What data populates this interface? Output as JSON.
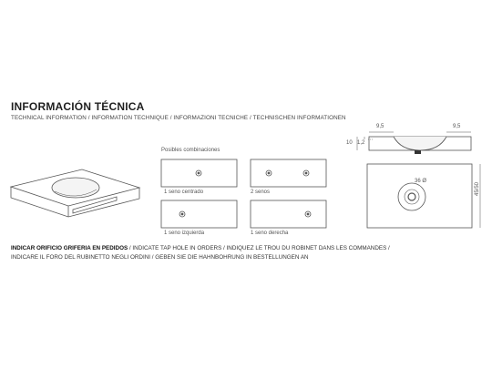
{
  "header": {
    "title": "INFORMACIÓN TÉCNICA",
    "subtitle": "TECHNICAL INFORMATION / INFORMATION TECHNIQUE / INFORMAZIONI TECNICHE / TECHNISCHEN INFORMATIONEN"
  },
  "combinations": {
    "heading": "Posibles combinaciones",
    "options": [
      {
        "label": "1 seno centrado"
      },
      {
        "label": "2 senos"
      },
      {
        "label": "1 seno izquierda"
      },
      {
        "label": "1 seno derecha"
      }
    ]
  },
  "dimensions": {
    "left_depth": "9,5",
    "right_depth": "9,5",
    "height_total": "10",
    "rim": "1,2",
    "tap_diameter": "36 Ø",
    "width": "45/50"
  },
  "notes": {
    "line1_bold": "INDICAR ORIFICIO GRIFERIA EN PEDIDOS",
    "line1_rest": " / INDICATE TAP HOLE IN ORDERS / INDIQUEZ LE TROU DU ROBINET DANS LES COMMANDES /",
    "line2": "INDICARE IL FORO DEL RUBINETTO NEGLI ORDINI / GEBEN SIE DIE HAHNBOHRUNG IN BESTELLUNGEN AN"
  },
  "colors": {
    "line": "#555555",
    "drain": "#333333"
  }
}
